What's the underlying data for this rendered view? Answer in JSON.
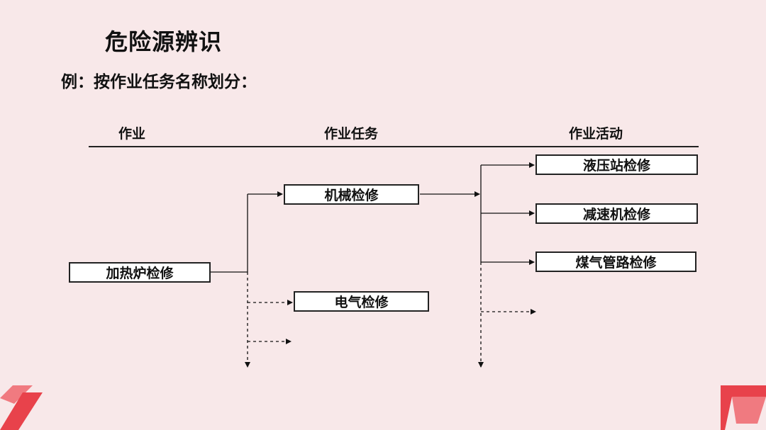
{
  "title": "危险源辨识",
  "subtitle": "例：按作业任务名称划分：",
  "headers": {
    "col1": "作业",
    "col2": "作业任务",
    "col3": "作业活动"
  },
  "nodes": {
    "job": "加热炉检修",
    "task_mechanical": "机械检修",
    "task_electrical": "电气检修",
    "activity_1": "液压站检修",
    "activity_2": "减速机检修",
    "activity_3": "煤气管路检修"
  },
  "colors": {
    "background": "#f8e8e9",
    "accent_red": "#e8424b",
    "accent_light": "#f07a80"
  }
}
